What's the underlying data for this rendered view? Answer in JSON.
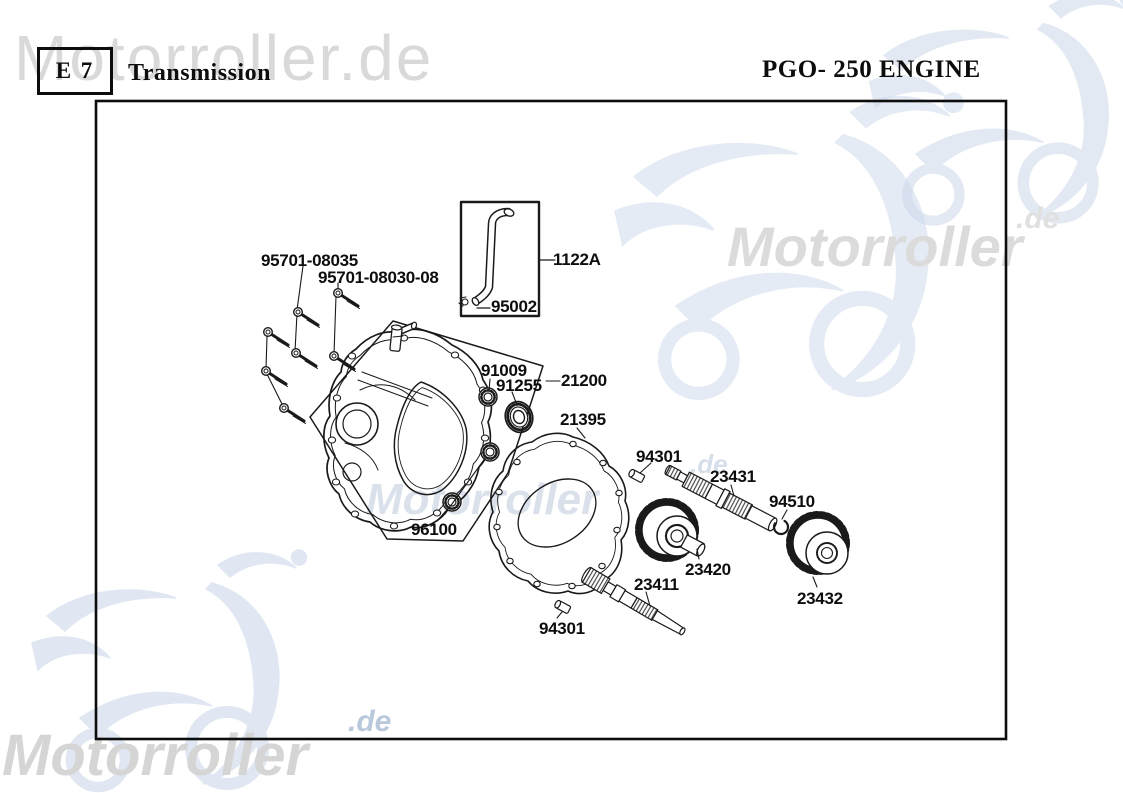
{
  "header": {
    "section_code": "E 7",
    "section_title": "Transmission",
    "engine_title": "PGO- 250 ENGINE"
  },
  "watermarks": {
    "top": "Motorroller.de",
    "right": "Motorroller",
    "right_suffix": ".de",
    "middle": "Motorroller",
    "middle_suffix": ".de",
    "bottom": "Motorroller",
    "bottom_suffix": ".de",
    "logo": "scooter-line-art",
    "text_gray": "#d9d9d9",
    "logo_blue": "#ccd8ea"
  },
  "diagram": {
    "line_color": "#1a1a1a",
    "parts": [
      {
        "ref": "95701-08035",
        "name": "flange-bolt-long"
      },
      {
        "ref": "95701-08030-08",
        "name": "flange-bolt-short"
      },
      {
        "ref": "1122A",
        "name": "breather-tube"
      },
      {
        "ref": "95002",
        "name": "tube-clamp"
      },
      {
        "ref": "91009",
        "name": "ball-bearing"
      },
      {
        "ref": "91255",
        "name": "oil-seal"
      },
      {
        "ref": "21200",
        "name": "transmission-cover"
      },
      {
        "ref": "21395",
        "name": "transmission-gasket"
      },
      {
        "ref": "94301",
        "name": "dowel-pin-upper"
      },
      {
        "ref": "23431",
        "name": "main-shaft"
      },
      {
        "ref": "94510",
        "name": "circlip"
      },
      {
        "ref": "96100",
        "name": "radial-bearings"
      },
      {
        "ref": "23420",
        "name": "counter-gear"
      },
      {
        "ref": "23432",
        "name": "final-gear"
      },
      {
        "ref": "23411",
        "name": "counter-shaft"
      },
      {
        "ref": "94301",
        "name": "dowel-pin-lower"
      }
    ]
  }
}
